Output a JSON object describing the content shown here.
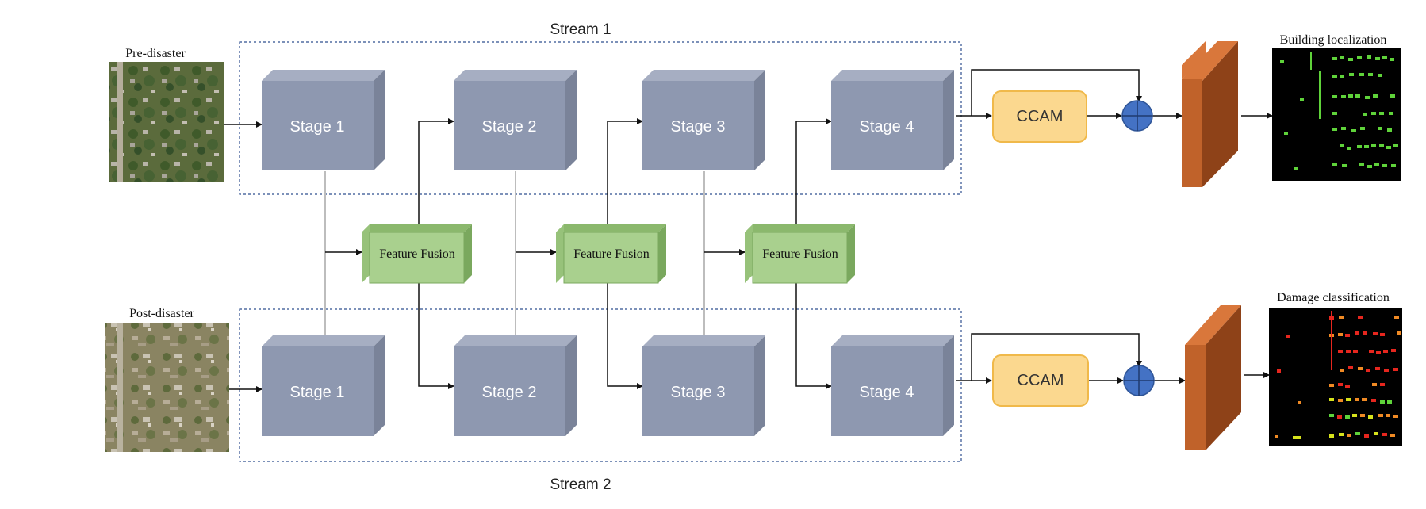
{
  "streams": {
    "top": "Stream 1",
    "bottom": "Stream 2"
  },
  "inputs": {
    "pre": "Pre-disaster",
    "post": "Post-disaster"
  },
  "stages": [
    "Stage 1",
    "Stage 2",
    "Stage 3",
    "Stage 4"
  ],
  "fusion_label": "Feature Fusion",
  "attention_label": "CCAM",
  "outputs": {
    "localization": "Building localization",
    "classification": "Damage classification"
  },
  "colors": {
    "stage_front": "#8e98b0",
    "stage_top": "#a6aec2",
    "stage_side": "#7a8399",
    "fusion_front": "#a9d08e",
    "fusion_top": "#8bb86d",
    "fusion_side": "#7aa85e",
    "ccam_fill": "#fbd88f",
    "ccam_stroke": "#f0b94a",
    "plus_fill": "#4472c4",
    "conv_front": "#c0622a",
    "conv_side": "#8e4218",
    "conv_top": "#d9773b",
    "stream_border": "#2f4f8f",
    "undamaged": "#5fd33a",
    "minor": "#d6e21c",
    "major": "#f08a24",
    "destroyed": "#e6261e"
  }
}
